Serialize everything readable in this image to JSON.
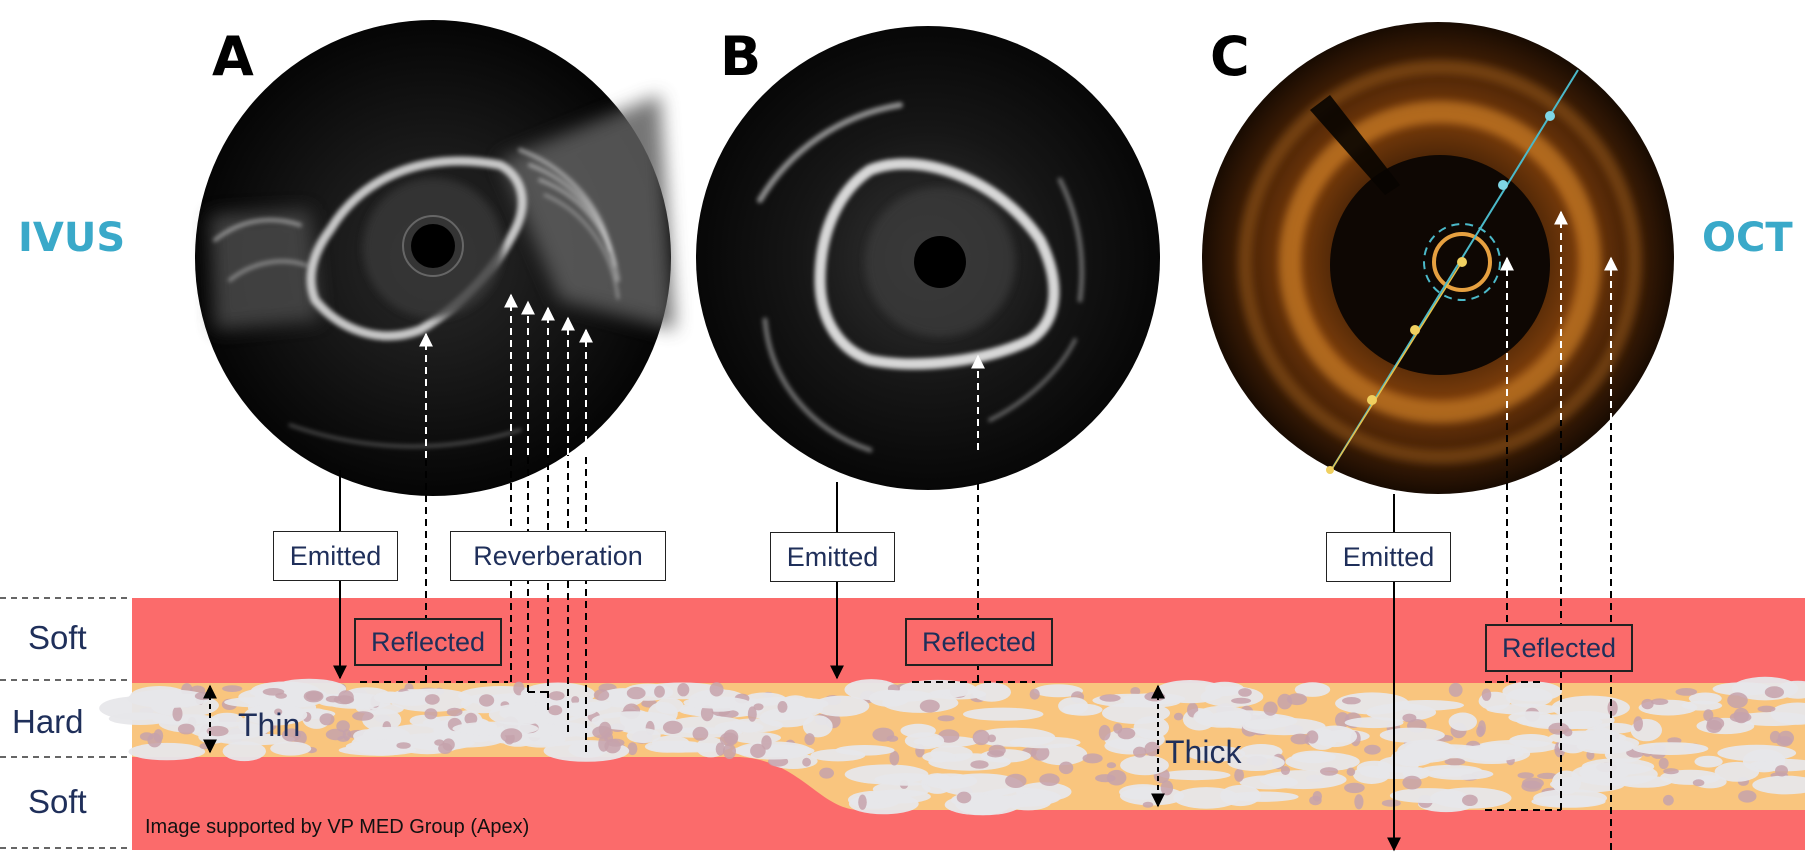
{
  "panels": {
    "a": "A",
    "b": "B",
    "c": "C"
  },
  "modalities": {
    "left": "IVUS",
    "right": "OCT"
  },
  "layers": {
    "top": "Soft",
    "middle": "Hard",
    "bottom": "Soft"
  },
  "labels": {
    "emitted": "Emitted",
    "reflected": "Reflected",
    "reverberation": "Reverberation",
    "thin": "Thin",
    "thick": "Thick"
  },
  "credit": "Image supported by VP MED Group (Apex)",
  "colors": {
    "soft_tissue": "#fb6b6b",
    "hard_matrix": "#f9c57e",
    "calcium_light": "#e7e7ea",
    "calcium_mauve": "#c6a2ac",
    "modality_text": "#3aa9c9",
    "label_text": "#1f2f5a",
    "oct_orange": "#c0741d",
    "oct_catheter": "#4bb9c9"
  }
}
